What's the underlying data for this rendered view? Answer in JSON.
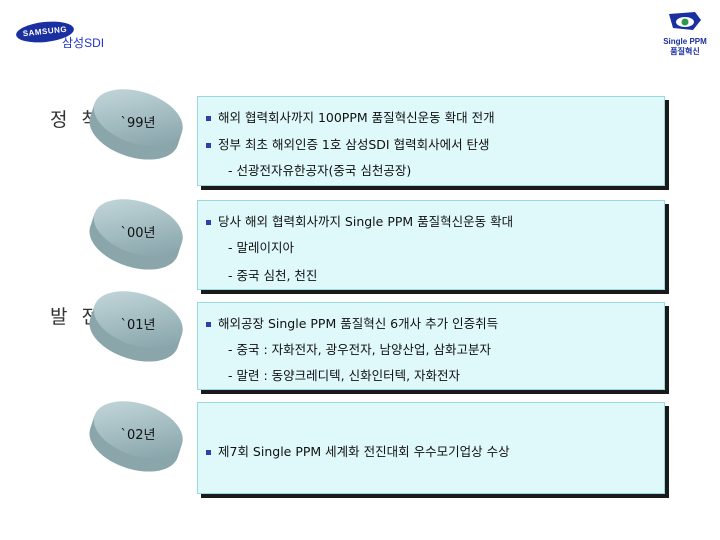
{
  "header": {
    "samsung_logo": "SAMSUNG",
    "logo_subtitle": "삼성SDI",
    "ppm_logo_line1": "Single PPM",
    "ppm_logo_line2": "품질혁신"
  },
  "side_labels": [
    "정 착",
    "발 전"
  ],
  "years": [
    {
      "label": "`99년",
      "items": [
        {
          "type": "bullet",
          "text": "해외 협력회사까지 100PPM 품질혁신운동 확대 전개"
        },
        {
          "type": "bullet",
          "text": "정부 최초 해외인증 1호 삼성SDI 협력회사에서 탄생"
        },
        {
          "type": "sub",
          "text": "- 선광전자유한공자(중국 심천공장)"
        }
      ]
    },
    {
      "label": "`00년",
      "items": [
        {
          "type": "bullet",
          "text": "당사 해외 협력회사까지 Single PPM 품질혁신운동 확대"
        },
        {
          "type": "sub",
          "text": "- 말레이지아"
        },
        {
          "type": "sub",
          "text": "- 중국 심천, 천진"
        }
      ]
    },
    {
      "label": "`01년",
      "items": [
        {
          "type": "bullet",
          "text": "해외공장 Single PPM 품질혁신 6개사 추가 인증취득"
        },
        {
          "type": "sub",
          "text": "- 중국 : 자화전자, 광우전자, 남양산업, 삼화고분자"
        },
        {
          "type": "sub",
          "text": "- 말련 : 동양크레디텍, 신화인터텍, 자화전자"
        }
      ]
    },
    {
      "label": "`02년",
      "items": [
        {
          "type": "bullet",
          "text": "제7회 Single PPM 세계화 전진대회 우수모기업상 수상"
        }
      ]
    }
  ],
  "colors": {
    "box_fill": "#dff9fb",
    "bullet": "#2e3fb0",
    "disk": "#9fb8bd"
  }
}
